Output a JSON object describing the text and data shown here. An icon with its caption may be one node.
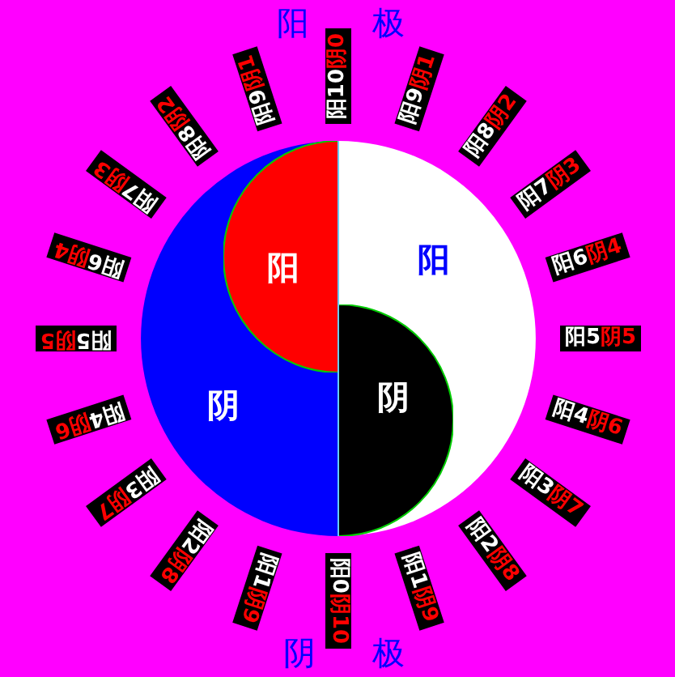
{
  "diagram": {
    "nodes": [
      {
        "text": [
          "阳10",
          "阴0"
        ]
      },
      {
        "text": [
          "阳9",
          "阴1"
        ]
      },
      {
        "text": [
          "阳8",
          "阴2"
        ]
      },
      {
        "text": [
          "阳7",
          "阴3"
        ]
      },
      {
        "text": [
          "阳6",
          "阴4"
        ]
      },
      {
        "text": [
          "阳5",
          "阴5"
        ]
      },
      {
        "text": [
          "阳4",
          "阴6"
        ]
      },
      {
        "text": [
          "阳3",
          "阴7"
        ]
      },
      {
        "text": [
          "阳2",
          "阴8"
        ]
      },
      {
        "text": [
          "阳1",
          "阴9"
        ]
      },
      {
        "text": [
          "阳0",
          "阴10"
        ]
      },
      {
        "text": [
          "阳1",
          "阴9"
        ]
      },
      {
        "text": [
          "阳2",
          "阴8"
        ]
      },
      {
        "text": [
          "阳3",
          "阴7"
        ]
      },
      {
        "text": [
          "阳4",
          "阴6"
        ]
      },
      {
        "text": [
          "阳5",
          "阴5"
        ]
      },
      {
        "text": [
          "阳6",
          "阴4"
        ]
      },
      {
        "text": [
          "阳7",
          "阴3"
        ]
      },
      {
        "text": [
          "阳8",
          "阴2"
        ]
      },
      {
        "text": [
          "阳9",
          "阴1"
        ]
      },
      {
        "text": [
          "阴"
        ]
      },
      {
        "text": [
          "阳"
        ]
      },
      {
        "text": [
          "阳"
        ],
        "in": 20
      },
      {
        "text": [
          "阴"
        ],
        "in": 21
      }
    ],
    "labels": [
      "阳",
      "极",
      "阴",
      "极"
    ]
  }
}
